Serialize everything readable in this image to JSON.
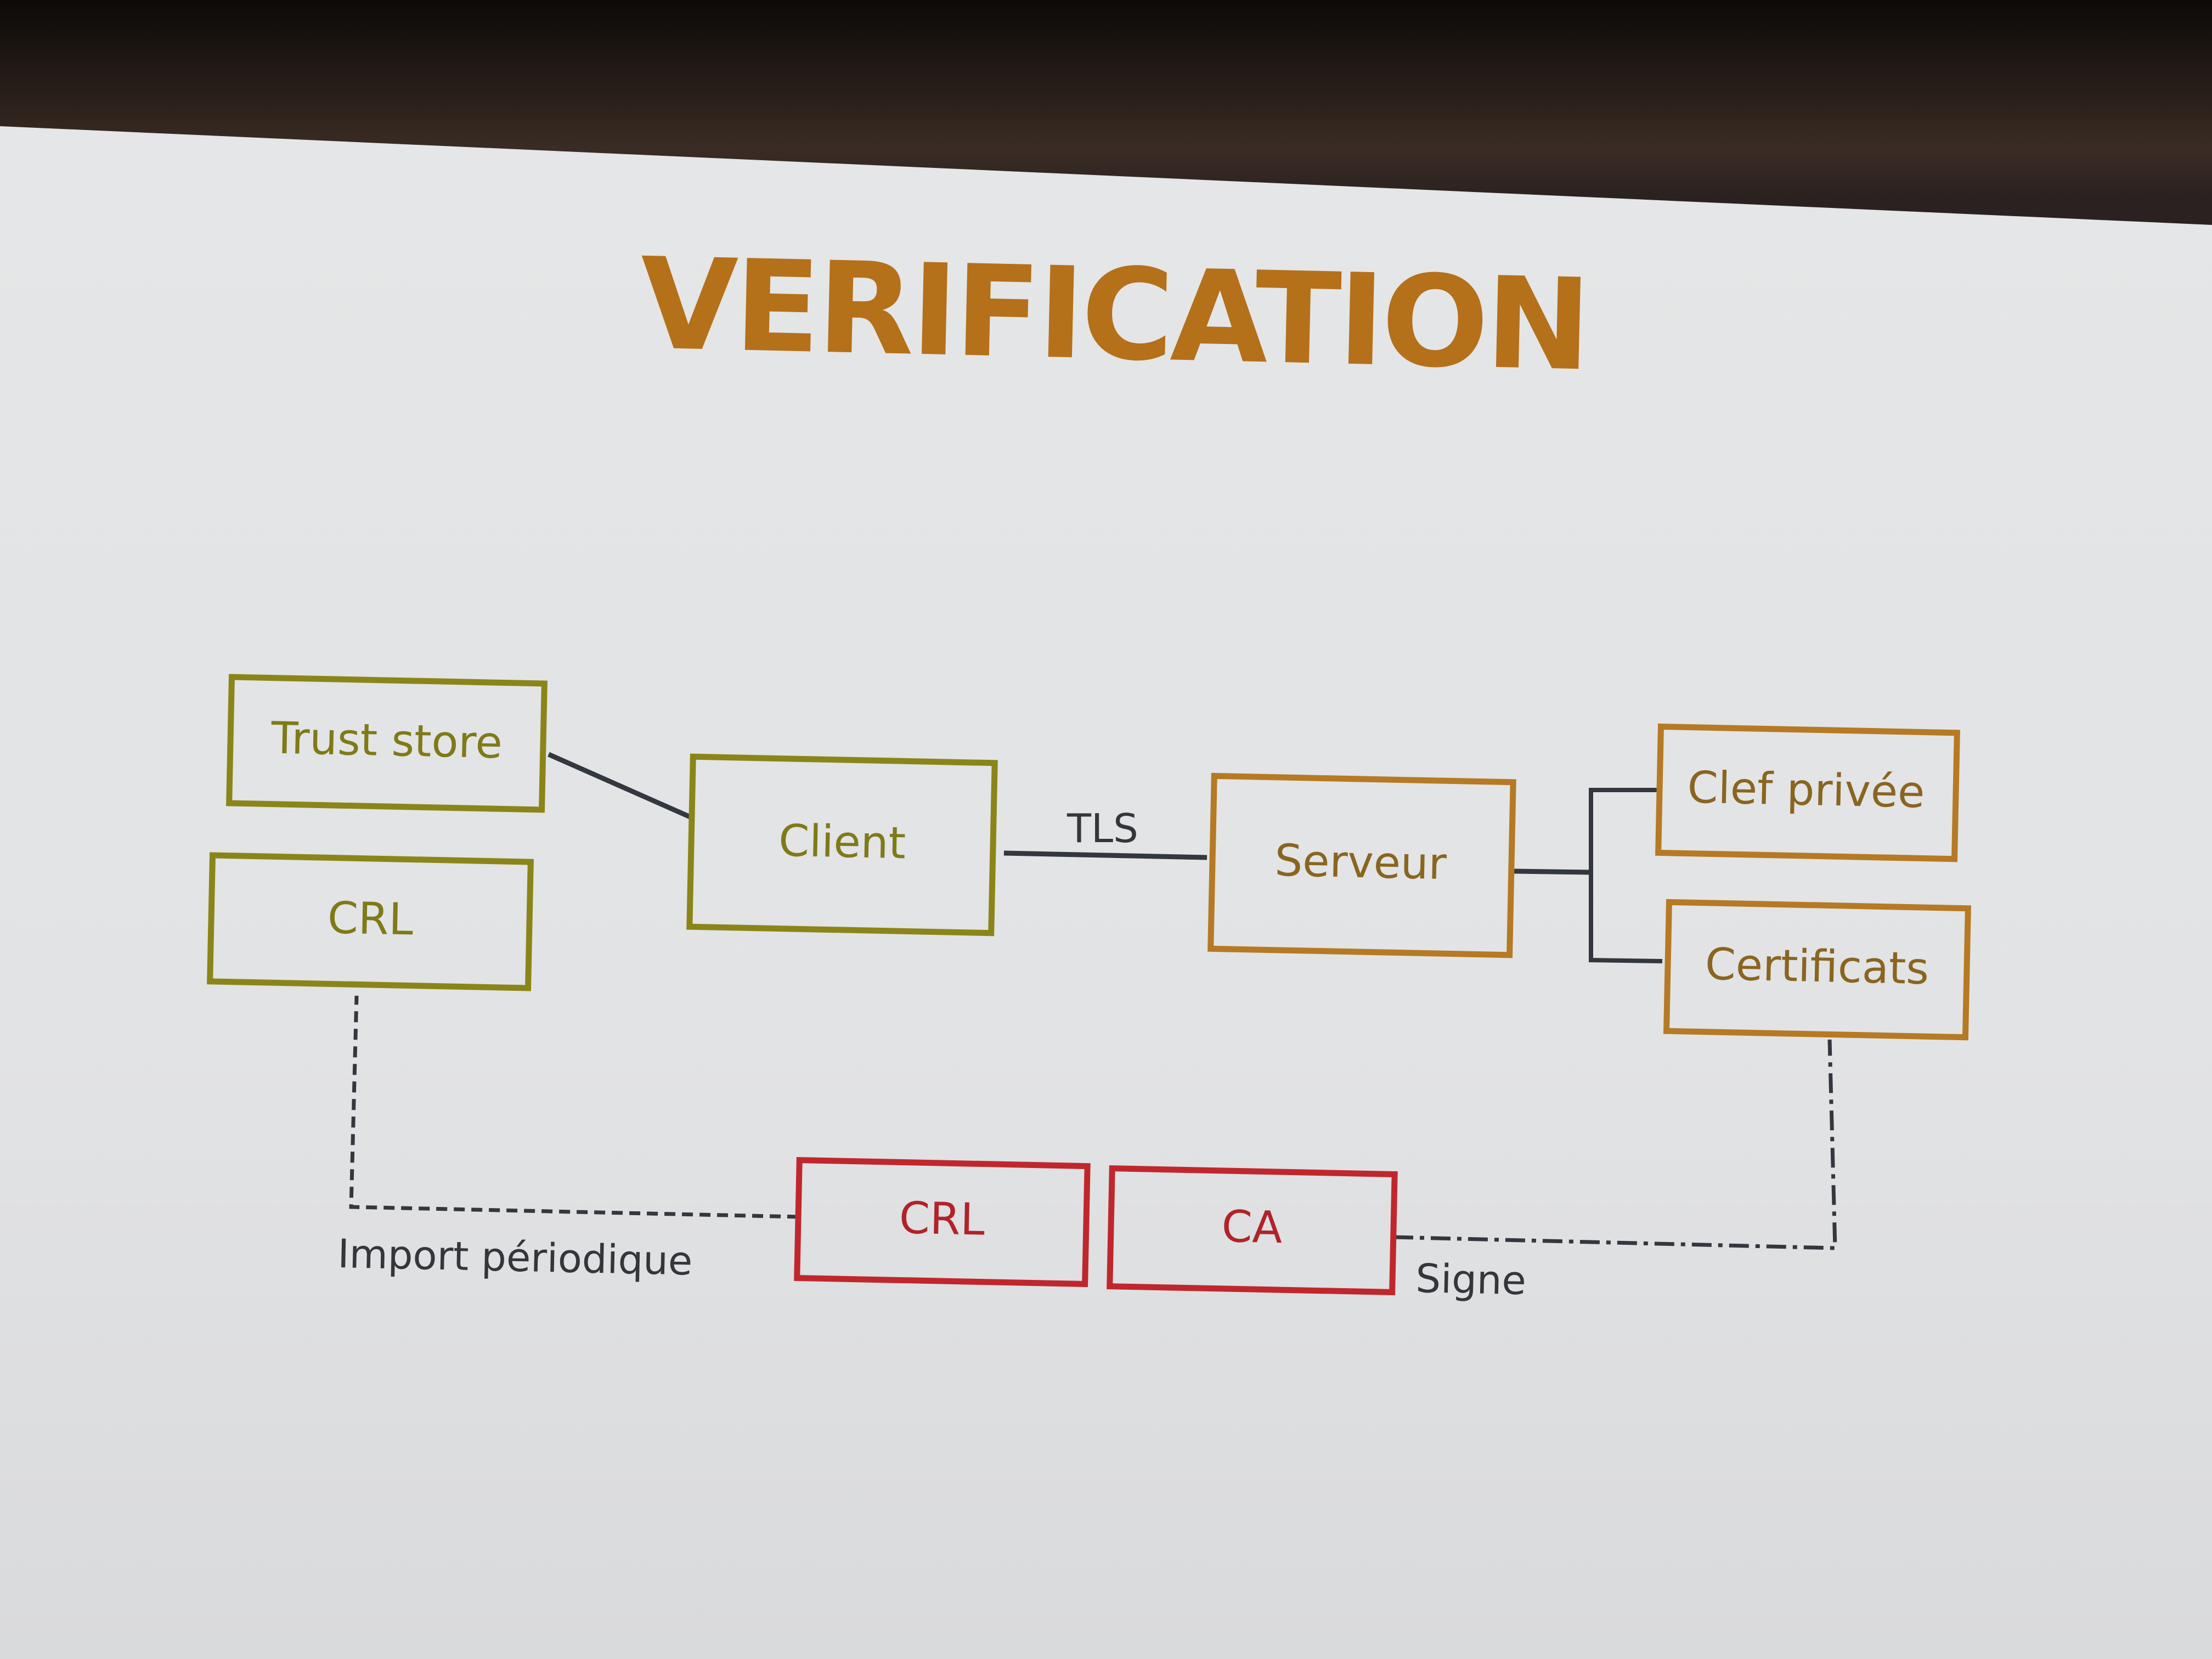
{
  "slide": {
    "title": "VERIFICATION"
  },
  "colors": {
    "title": "#b5701a",
    "olive": "#8b8519",
    "orange": "#b57a23",
    "red": "#c0272d",
    "arrow": "#33383f",
    "screen": "#e6e7e9"
  },
  "nodes": {
    "trust_store": "Trust store",
    "crl_client": "CRL",
    "client": "Client",
    "serveur": "Serveur",
    "clef_privee": "Clef privée",
    "certificats": "Certificats",
    "crl_ca": "CRL",
    "ca": "CA"
  },
  "edges": {
    "tls": "TLS",
    "import": "Import périodique",
    "signe": "Signe"
  }
}
